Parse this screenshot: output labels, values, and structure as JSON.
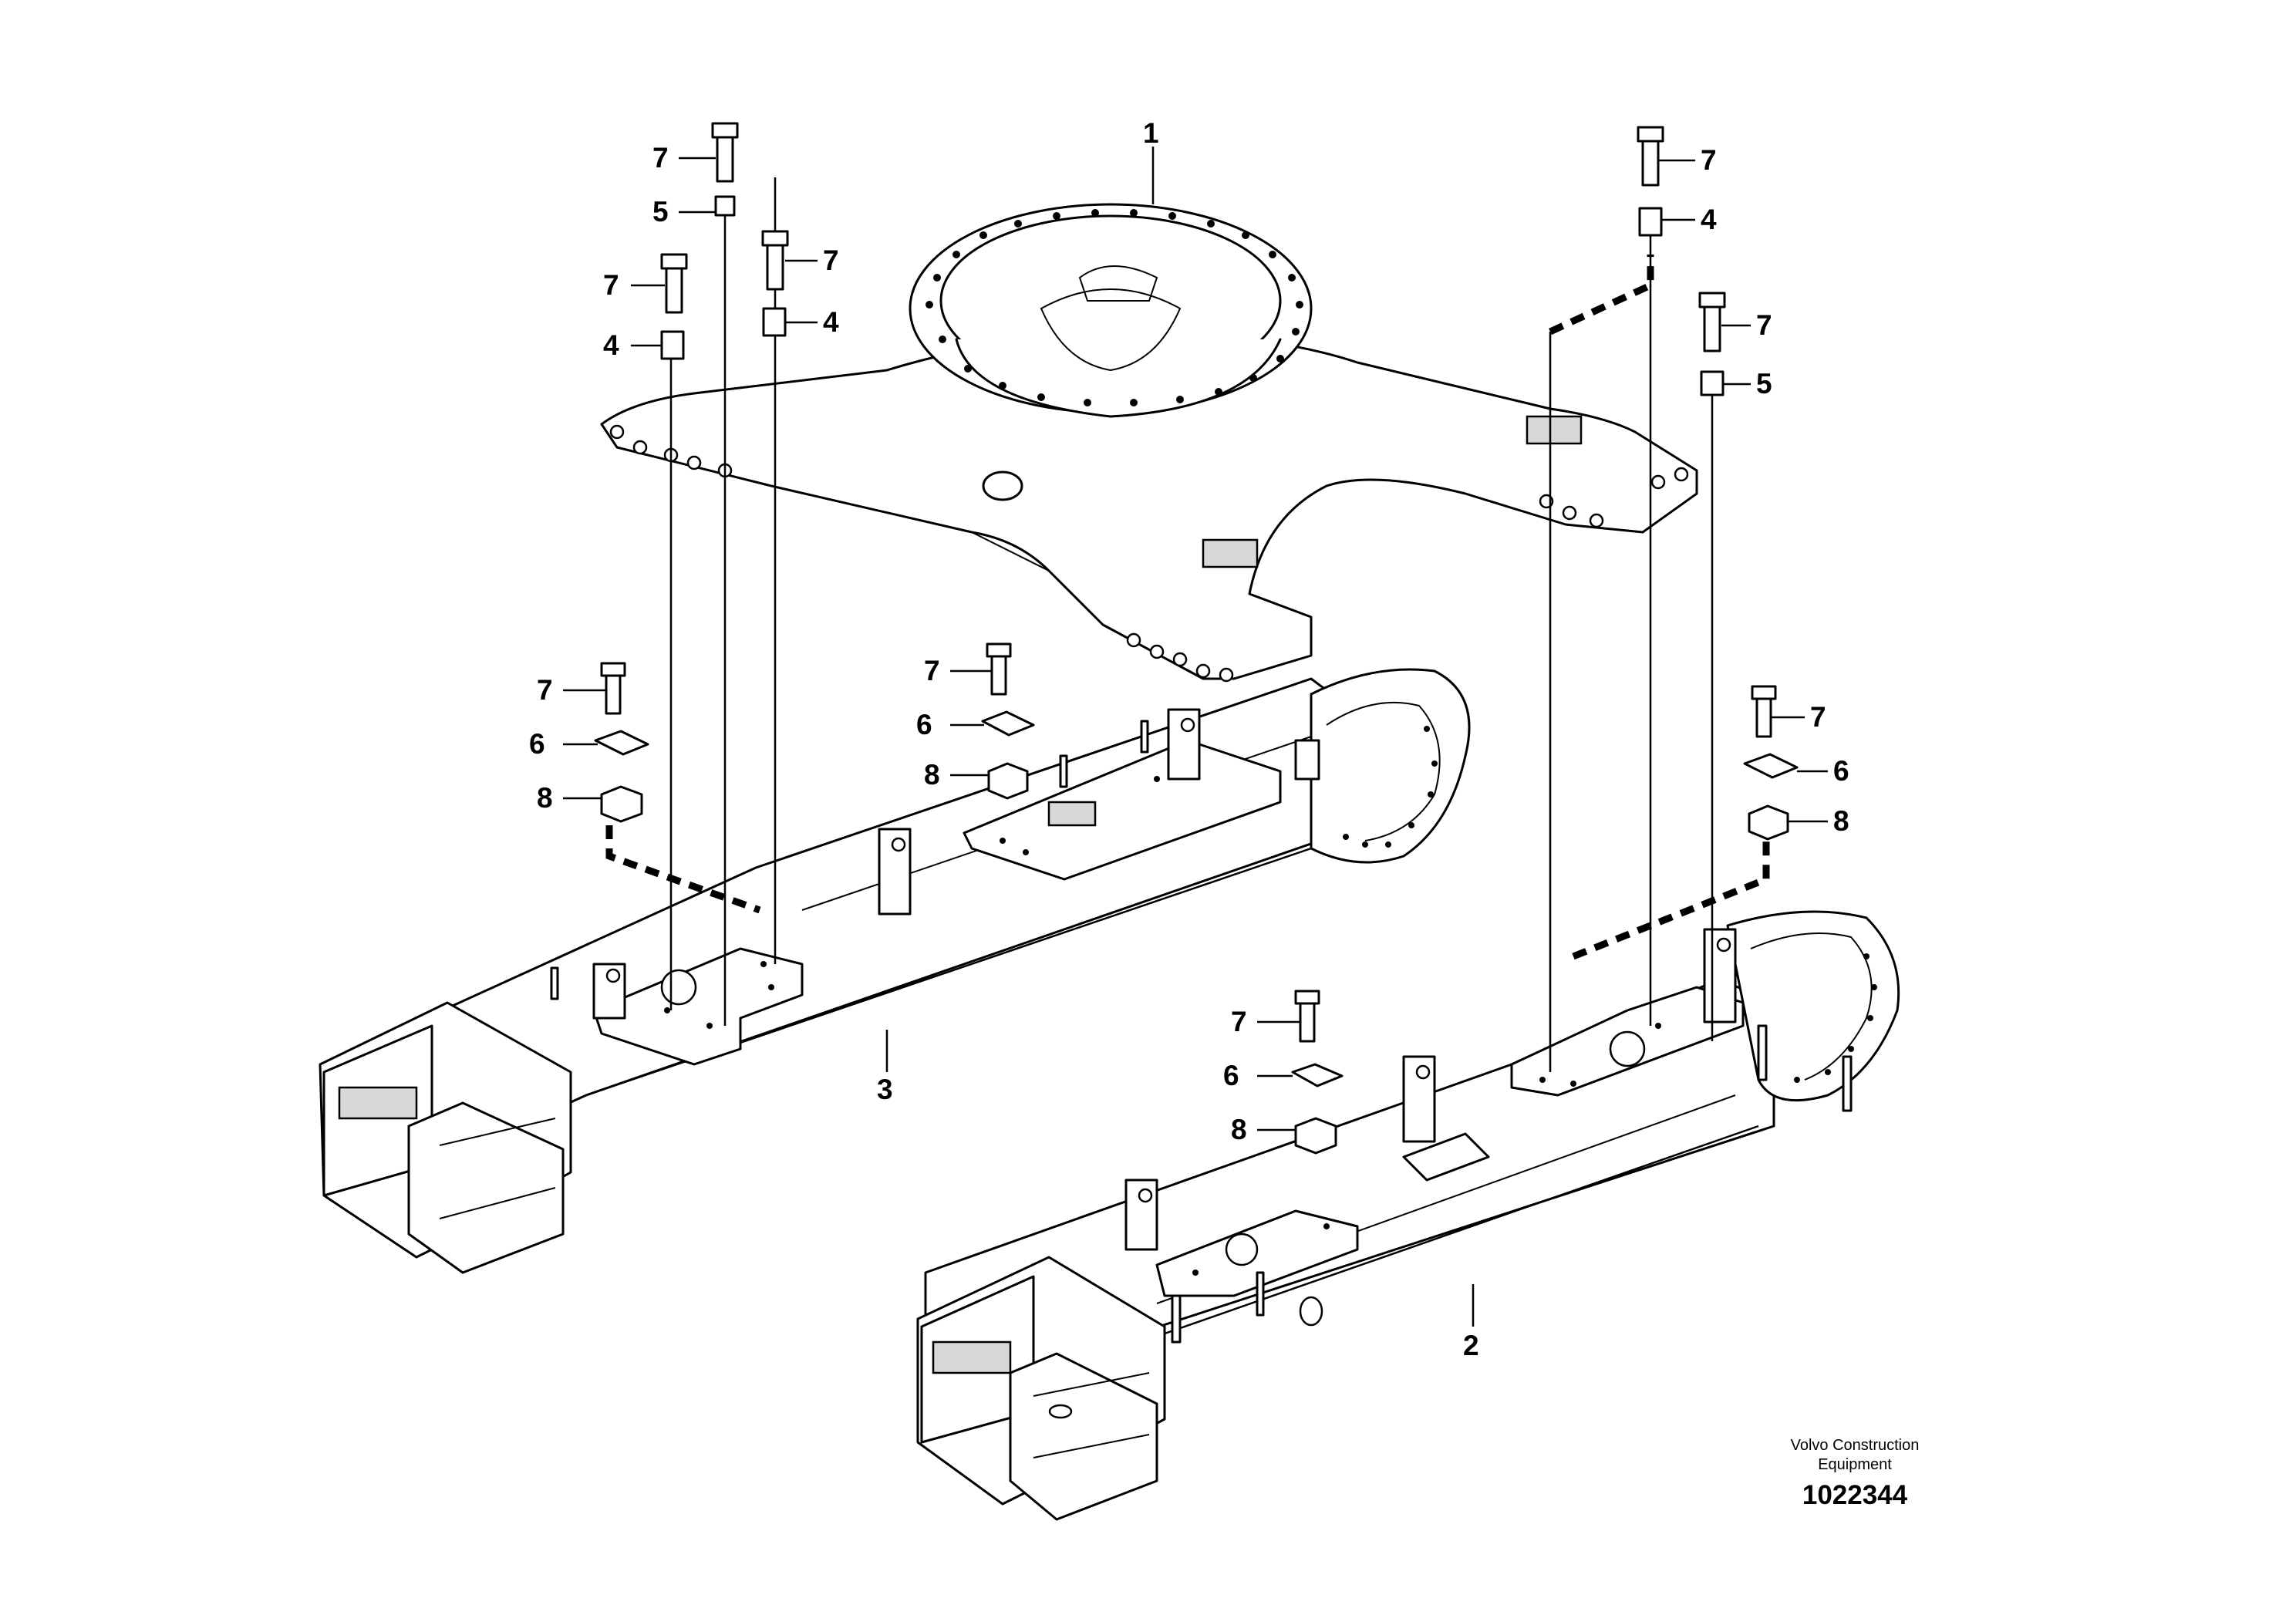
{
  "callouts": {
    "c1": "1",
    "c2": "2",
    "c3": "3",
    "c4a": "4",
    "c4b": "4",
    "c4c": "4",
    "c5a": "5",
    "c5b": "5",
    "c6a": "6",
    "c6b": "6",
    "c6c": "6",
    "c6d": "6",
    "c7a": "7",
    "c7b": "7",
    "c7c": "7",
    "c7d": "7",
    "c7e": "7",
    "c7f": "7",
    "c7g": "7",
    "c7h": "7",
    "c8a": "8",
    "c8b": "8",
    "c8c": "8",
    "c8d": "8"
  },
  "footer": {
    "brand_line1": "Volvo Construction",
    "brand_line2": "Equipment",
    "drawing_number": "1022344"
  }
}
